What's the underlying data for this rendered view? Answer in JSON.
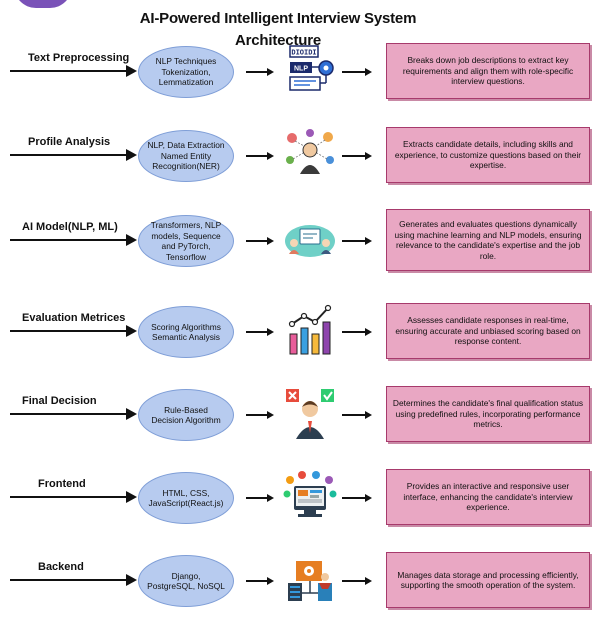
{
  "title": {
    "line1": "AI-Powered Intelligent Interview System",
    "line2": "Architecture"
  },
  "icon_labels": {
    "binary_top": "DIOIDI",
    "nlp": "NLP"
  },
  "stages": [
    {
      "label": "Text Preprocessing",
      "tech": "NLP Techniques Tokenization, Lemmatization",
      "icon": "nlp-processing-icon",
      "description": "Breaks down job descriptions to extract key requirements and align them with role-specific interview questions."
    },
    {
      "label": "Profile Analysis",
      "tech": "NLP, Data Extraction Named Entity Recognition(NER)",
      "icon": "profile-network-icon",
      "description": "Extracts candidate details, including skills and experience, to customize questions based on their expertise."
    },
    {
      "label": "AI Model(NLP, ML)",
      "tech": "Transformers, NLP models, Sequence and PyTorch, Tensorflow",
      "icon": "ai-model-icon",
      "description": "Generates and evaluates questions dynamically using machine learning and NLP models, ensuring relevance to the candidate's expertise and the job role."
    },
    {
      "label": "Evaluation Metrices",
      "tech": "Scoring Algorithms Semantic Analysis",
      "icon": "bar-chart-icon",
      "description": "Assesses candidate responses in real-time, ensuring accurate and unbiased scoring based on response content."
    },
    {
      "label": "Final Decision",
      "tech": "Rule-Based Decision Algorithm",
      "icon": "decision-person-icon",
      "description": "Determines the candidate's final qualification status using predefined rules, incorporating performance metrics."
    },
    {
      "label": "Frontend",
      "tech": "HTML, CSS, JavaScript(React.js)",
      "icon": "frontend-ui-icon",
      "description": "Provides an interactive and responsive user interface, enhancing the candidate's interview experience."
    },
    {
      "label": "Backend",
      "tech": "Django, PostgreSQL, NoSQL",
      "icon": "backend-server-icon",
      "description": "Manages data storage and processing efficiently, supporting the smooth operation of the system."
    }
  ]
}
